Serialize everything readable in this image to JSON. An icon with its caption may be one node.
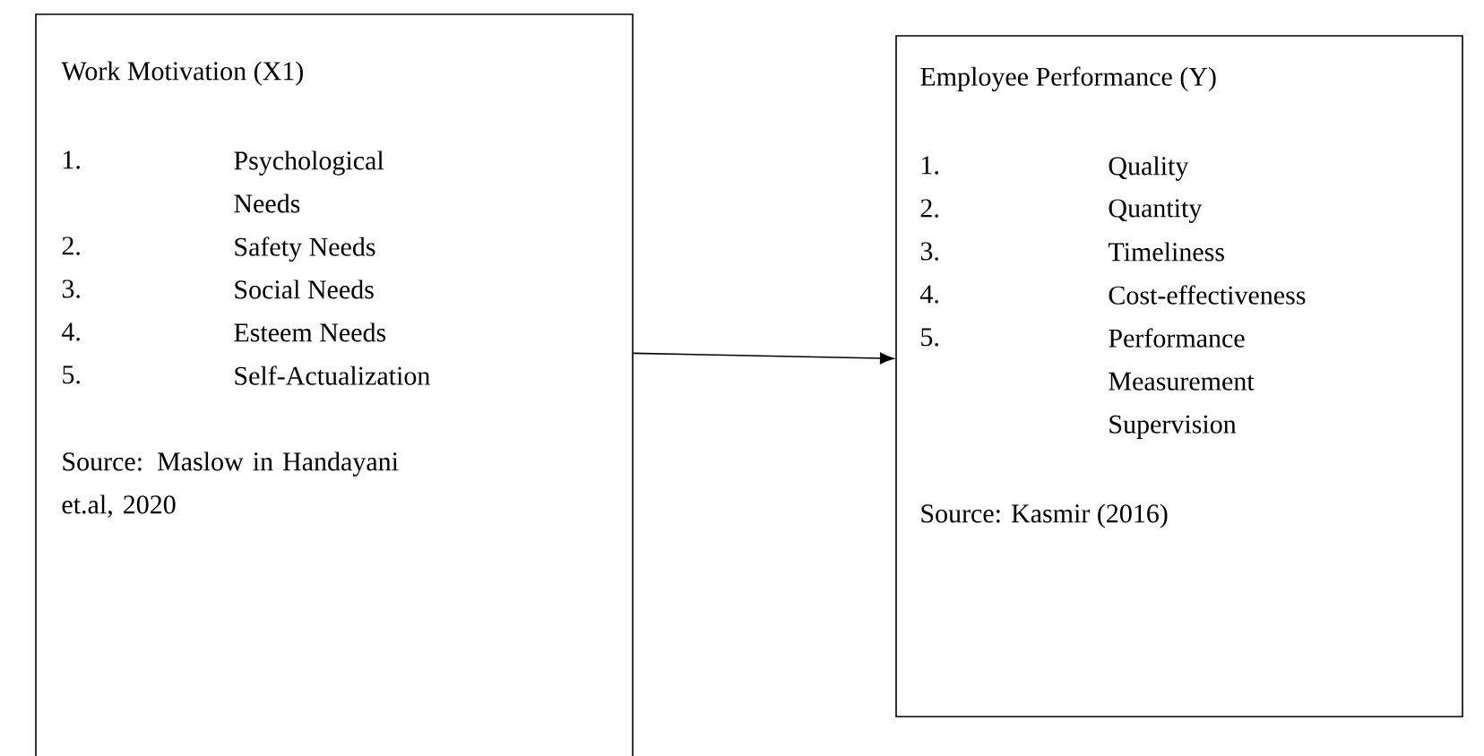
{
  "diagram": {
    "nodes": [
      {
        "text": [
          "Work Motivation (X1)",
          "1.",
          "Psychological Needs",
          "2.",
          "Safety Needs",
          "3.",
          "Social Needs",
          "4.",
          "Esteem Needs",
          "5.",
          "Self-Actualization",
          "Source: Maslow in Handayani et.al, 2020"
        ]
      },
      {
        "text": [
          "Employee Performance (Y)",
          "1.",
          "Quality",
          "2.",
          "Quantity",
          "3.",
          "Timeliness",
          "4.",
          "Cost-effectiveness",
          "5.",
          "Performance Measurement Supervision",
          "Source: Kasmir (2016)"
        ]
      }
    ],
    "edges": [
      {
        "from": 0,
        "to": 1,
        "arrow": "to"
      }
    ]
  }
}
